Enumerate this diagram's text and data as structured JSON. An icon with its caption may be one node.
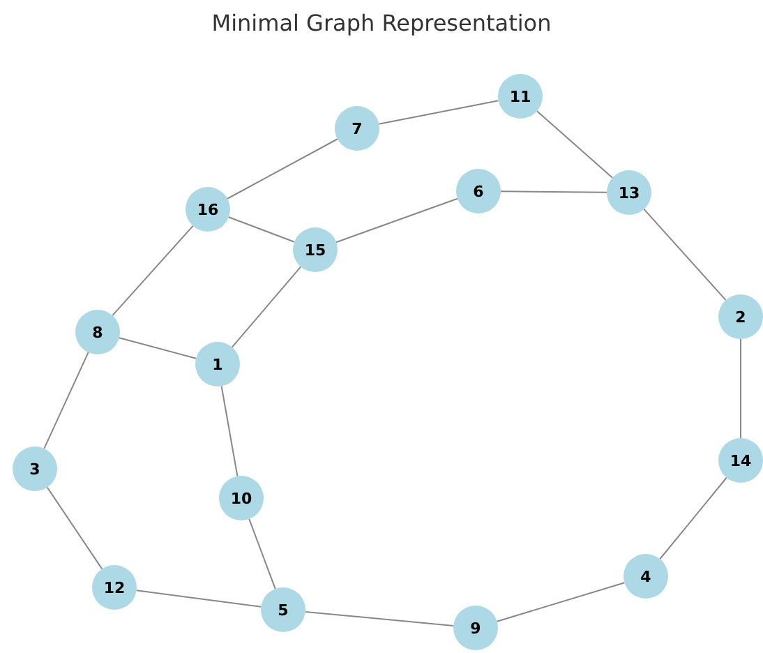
{
  "diagram": {
    "title": "Minimal Graph Representation",
    "nodes": [
      {
        "text": [
          "11"
        ]
      },
      {
        "text": [
          "7"
        ]
      },
      {
        "text": [
          "6"
        ]
      },
      {
        "text": [
          "13"
        ]
      },
      {
        "text": [
          "16"
        ]
      },
      {
        "text": [
          "15"
        ]
      },
      {
        "text": [
          "2"
        ]
      },
      {
        "text": [
          "8"
        ]
      },
      {
        "text": [
          "1"
        ]
      },
      {
        "text": [
          "3"
        ]
      },
      {
        "text": [
          "14"
        ]
      },
      {
        "text": [
          "10"
        ]
      },
      {
        "text": [
          "12"
        ]
      },
      {
        "text": [
          "4"
        ]
      },
      {
        "text": [
          "5"
        ]
      },
      {
        "text": [
          "9"
        ]
      }
    ],
    "edges": [
      {
        "from": 1,
        "to": 0,
        "arrow": "none"
      },
      {
        "from": 0,
        "to": 3,
        "arrow": "none"
      },
      {
        "from": 2,
        "to": 3,
        "arrow": "none"
      },
      {
        "from": 1,
        "to": 4,
        "arrow": "none"
      },
      {
        "from": 4,
        "to": 5,
        "arrow": "none"
      },
      {
        "from": 5,
        "to": 2,
        "arrow": "none"
      },
      {
        "from": 3,
        "to": 6,
        "arrow": "none"
      },
      {
        "from": 4,
        "to": 7,
        "arrow": "none"
      },
      {
        "from": 5,
        "to": 8,
        "arrow": "none"
      },
      {
        "from": 7,
        "to": 8,
        "arrow": "none"
      },
      {
        "from": 7,
        "to": 9,
        "arrow": "none"
      },
      {
        "from": 8,
        "to": 11,
        "arrow": "none"
      },
      {
        "from": 6,
        "to": 10,
        "arrow": "none"
      },
      {
        "from": 9,
        "to": 12,
        "arrow": "none"
      },
      {
        "from": 11,
        "to": 14,
        "arrow": "none"
      },
      {
        "from": 12,
        "to": 14,
        "arrow": "none"
      },
      {
        "from": 14,
        "to": 15,
        "arrow": "none"
      },
      {
        "from": 15,
        "to": 13,
        "arrow": "none"
      },
      {
        "from": 13,
        "to": 10,
        "arrow": "none"
      }
    ]
  }
}
